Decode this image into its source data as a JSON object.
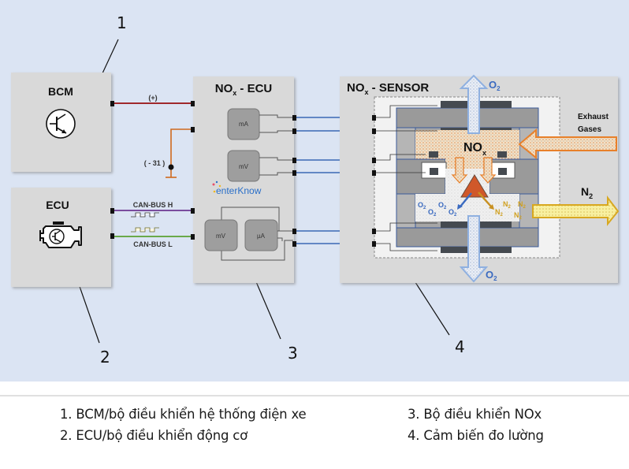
{
  "diagram": {
    "callouts": [
      "1",
      "2",
      "3",
      "4"
    ],
    "blocks": {
      "bcm": {
        "title": "BCM",
        "icon": "transistor-icon"
      },
      "ecu": {
        "title": "ECU",
        "icon": "engine-icon"
      },
      "nox_ecu": {
        "title_main": "NO",
        "title_sub": "x",
        "title_rest": " - ECU"
      },
      "nox_sensor": {
        "title_main": "NO",
        "title_sub": "x",
        "title_rest": " - SENSOR"
      }
    },
    "wires": {
      "plus": "(+)",
      "ground": "( - 31 )",
      "can_h": "CAN-BUS H",
      "can_l": "CAN-BUS L"
    },
    "ecu_modules": [
      "mA",
      "mV",
      "mV",
      "µA"
    ],
    "watermark": "enterKnow",
    "sensor": {
      "o2_top": "O",
      "o2_bottom": "O",
      "o2_sub": "2",
      "nox": "NO",
      "nox_sub": "x",
      "exhaust_line1": "Exhaust",
      "exhaust_line2": "Gases",
      "n2": "N",
      "n2_sub": "2",
      "o2_cluster": "O",
      "n2_cluster": "N"
    },
    "colors": {
      "background": "#dbe4f3",
      "block": "#d9d9d9",
      "plus_wire": "#a0282c",
      "ground_wire": "#d06a1e",
      "can_h_wire": "#7a4c9e",
      "can_l_wire": "#6aaa4a",
      "signal_wire": "#3a68b4",
      "o2_arrow": "#8fb0e0",
      "exhaust_arrow": "#e8802a",
      "n2_arrow": "#d8a820"
    }
  },
  "legend": {
    "items": [
      "1. BCM/bộ điều khiển hệ thống điện xe",
      "2. ECU/bộ điều khiển động cơ",
      "3. Bộ điều khiển NOx",
      "4. Cảm biến đo lường"
    ]
  }
}
